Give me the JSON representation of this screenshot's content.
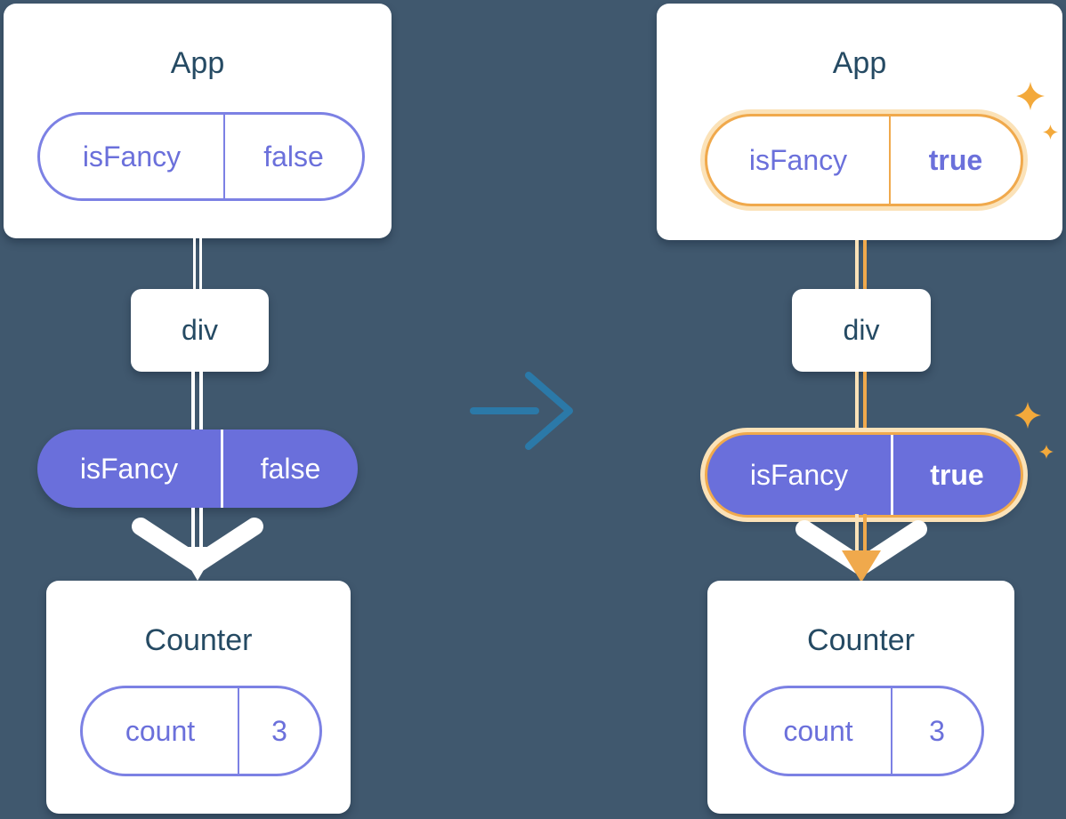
{
  "colors": {
    "bg": "#40586E",
    "card": "#FFFFFF",
    "heading": "#254A63",
    "purple": "#6B70DB",
    "purple-border": "#7C81E4",
    "purple-fill": "#6A6FDB",
    "orange": "#F0A94C",
    "orange-glow": "#FBE2B8",
    "sparkle": "#F3A93B",
    "line": "#FFFFFF",
    "arrow": "#2B79A8"
  },
  "left_tree": {
    "app_title": "App",
    "app_prop": {
      "name": "isFancy",
      "value": "false"
    },
    "div_label": "div",
    "passed_prop": {
      "name": "isFancy",
      "value": "false"
    },
    "counter_title": "Counter",
    "counter_prop": {
      "name": "count",
      "value": "3"
    }
  },
  "right_tree": {
    "app_title": "App",
    "app_prop": {
      "name": "isFancy",
      "value": "true"
    },
    "div_label": "div",
    "passed_prop": {
      "name": "isFancy",
      "value": "true"
    },
    "counter_title": "Counter",
    "counter_prop": {
      "name": "count",
      "value": "3"
    }
  }
}
